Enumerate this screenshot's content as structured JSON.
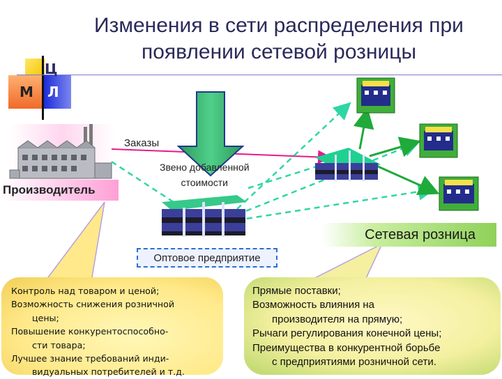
{
  "title": {
    "line1": "Изменения в сети распределения при",
    "line2": "появлении сетевой розницы"
  },
  "logo": {
    "letters": [
      "Ц",
      "М",
      "Л"
    ]
  },
  "labels": {
    "orders": "Заказы",
    "value_link_1": "Звено добавленной",
    "value_link_2": "стоимости",
    "producer": "Производитель",
    "retail": "Сетевая розница",
    "wholesale": "Оптовое предприятие"
  },
  "callout_left": [
    "Контроль над товаром и ценой;",
    "Возможность снижения розничной",
    "цены;",
    "Повышение конкурентоспособно-",
    "сти товара;",
    "Лучшее знание требований инди-",
    "видуальных потребителей и т.д."
  ],
  "callout_right": [
    "Прямые поставки;",
    "Возможность влияния на",
    "производителя на прямую;",
    "Рычаги регулирования конечной цены;",
    "Преимущества в конкурентной борьбе",
    "с предприятиями розничной сети."
  ],
  "colors": {
    "orders_line": "#e8198b",
    "dashed_arrows": "#2ed6a6",
    "retail_arrows": "#1faa3a",
    "down_arrow": "#3fc07a"
  }
}
